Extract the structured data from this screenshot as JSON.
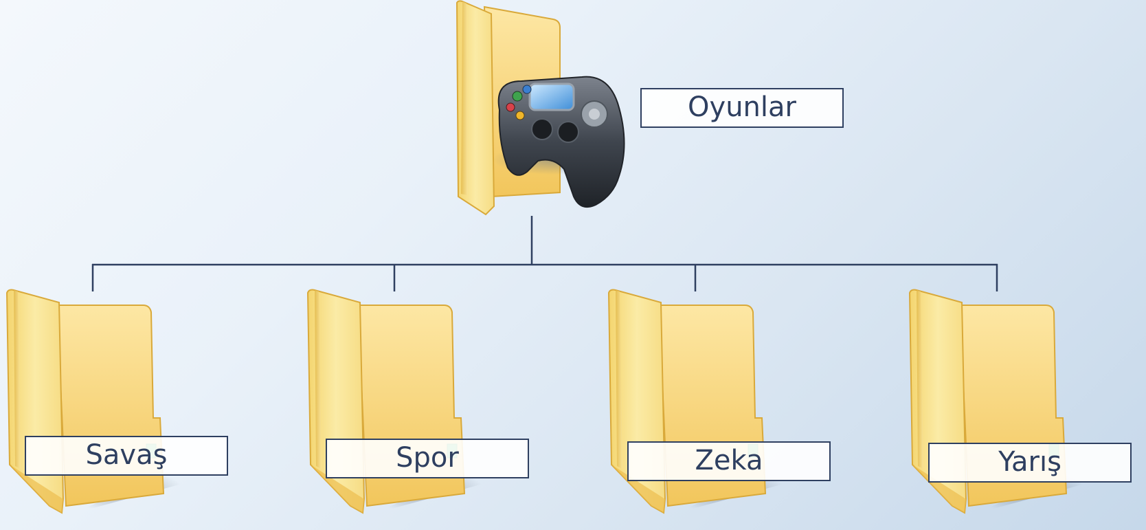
{
  "diagram": {
    "type": "folder-tree",
    "root": {
      "label": "Oyunlar",
      "icon": "game-controller-folder-icon"
    },
    "children": [
      {
        "label": "Savaş",
        "icon": "folder-icon"
      },
      {
        "label": "Spor",
        "icon": "folder-icon"
      },
      {
        "label": "Zeka",
        "icon": "folder-icon"
      },
      {
        "label": "Yarış",
        "icon": "folder-icon"
      }
    ]
  },
  "colors": {
    "line": "#2e3f60",
    "label_text": "#2e3f60",
    "label_border": "#2e3f60",
    "folder_yellow": "#f7d472",
    "background": "#e3edf7"
  }
}
